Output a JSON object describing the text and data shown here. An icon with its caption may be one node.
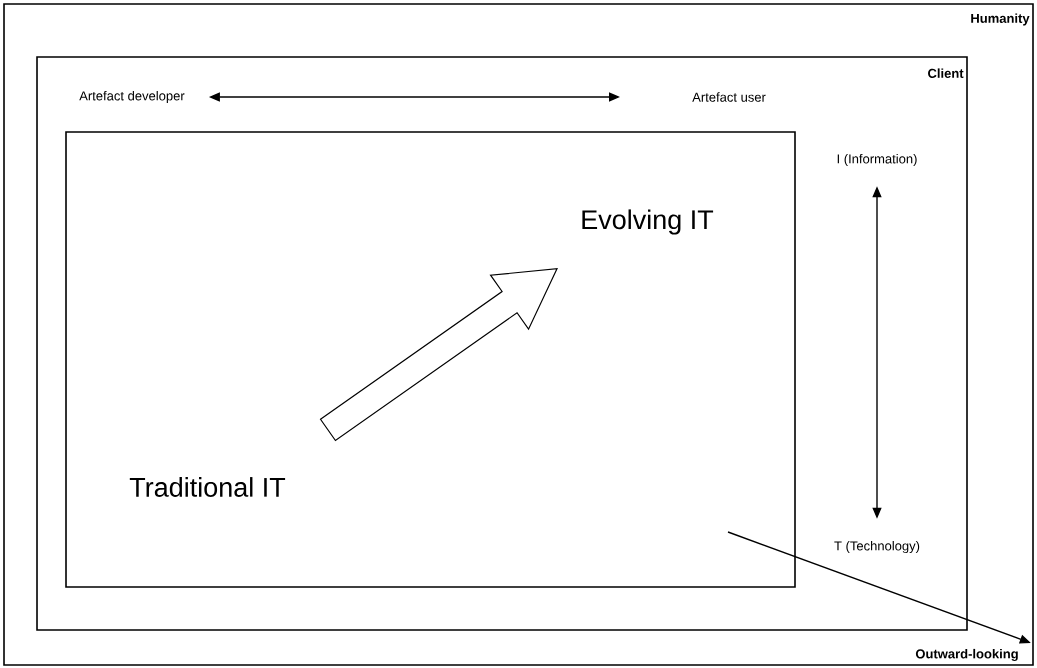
{
  "diagram": {
    "nodes": [
      {
        "text": [
          "Humanity"
        ]
      },
      {
        "text": [
          "Client"
        ],
        "in": 0
      },
      {
        "text": [],
        "shape": "box",
        "in": 1
      },
      {
        "text": [
          "Artefact developer"
        ],
        "in": 1
      },
      {
        "text": [
          "Artefact user"
        ],
        "in": 1
      },
      {
        "text": [
          "I (Information)"
        ],
        "in": 1
      },
      {
        "text": [
          "T (Technology)"
        ],
        "in": 1
      },
      {
        "text": [
          "Evolving IT"
        ],
        "in": 2
      },
      {
        "text": [
          "Traditional IT"
        ],
        "in": 2
      },
      {
        "text": [
          "Outward-looking"
        ],
        "in": 0
      }
    ],
    "edges": [
      {
        "from": 3,
        "to": 4,
        "arrow": "both"
      },
      {
        "from": 5,
        "to": 6,
        "arrow": "both"
      },
      {
        "from": 8,
        "to": 7,
        "arrow": "to"
      },
      {
        "from": null,
        "to": 9,
        "arrow": "to"
      }
    ]
  }
}
